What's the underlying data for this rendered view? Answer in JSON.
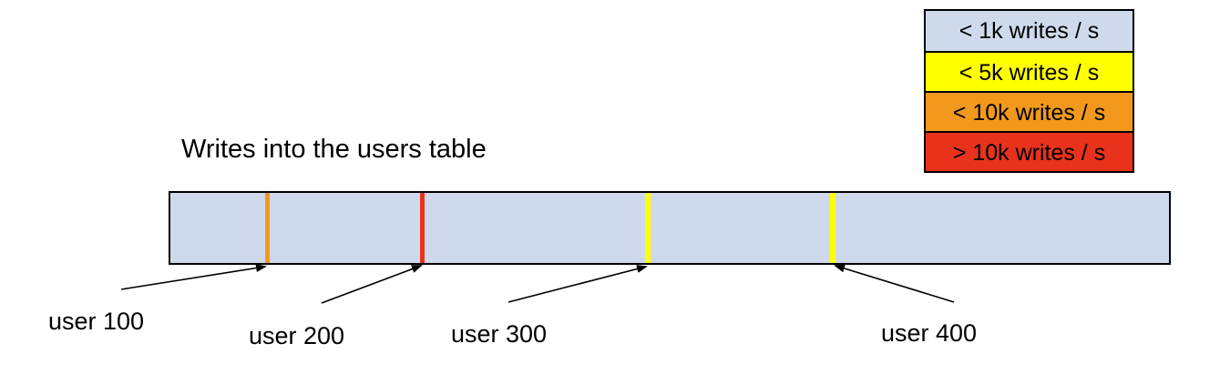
{
  "diagram": {
    "title": "Writes into the users table",
    "bar": {
      "name": "users table",
      "fill_color": "#cedaec",
      "border_color": "#000000"
    },
    "markers": [
      {
        "label": "user 100",
        "color": "#f2991d",
        "rate_bucket": "< 10k writes / s"
      },
      {
        "label": "user 200",
        "color": "#e8321c",
        "rate_bucket": "> 10k writes / s"
      },
      {
        "label": "user 300",
        "color": "#ffff00",
        "rate_bucket": "< 5k writes / s"
      },
      {
        "label": "user 400",
        "color": "#ffff00",
        "rate_bucket": "< 5k writes / s"
      }
    ]
  },
  "legend": {
    "items": [
      {
        "label": "< 1k writes / s",
        "color": "#cedaec"
      },
      {
        "label": "< 5k writes / s",
        "color": "#ffff00"
      },
      {
        "label": "< 10k writes / s",
        "color": "#f2991d"
      },
      {
        "label": "> 10k writes / s",
        "color": "#e8321c"
      }
    ]
  },
  "colors": {
    "arrow": "#000000",
    "text": "#000000",
    "background": "#ffffff"
  }
}
